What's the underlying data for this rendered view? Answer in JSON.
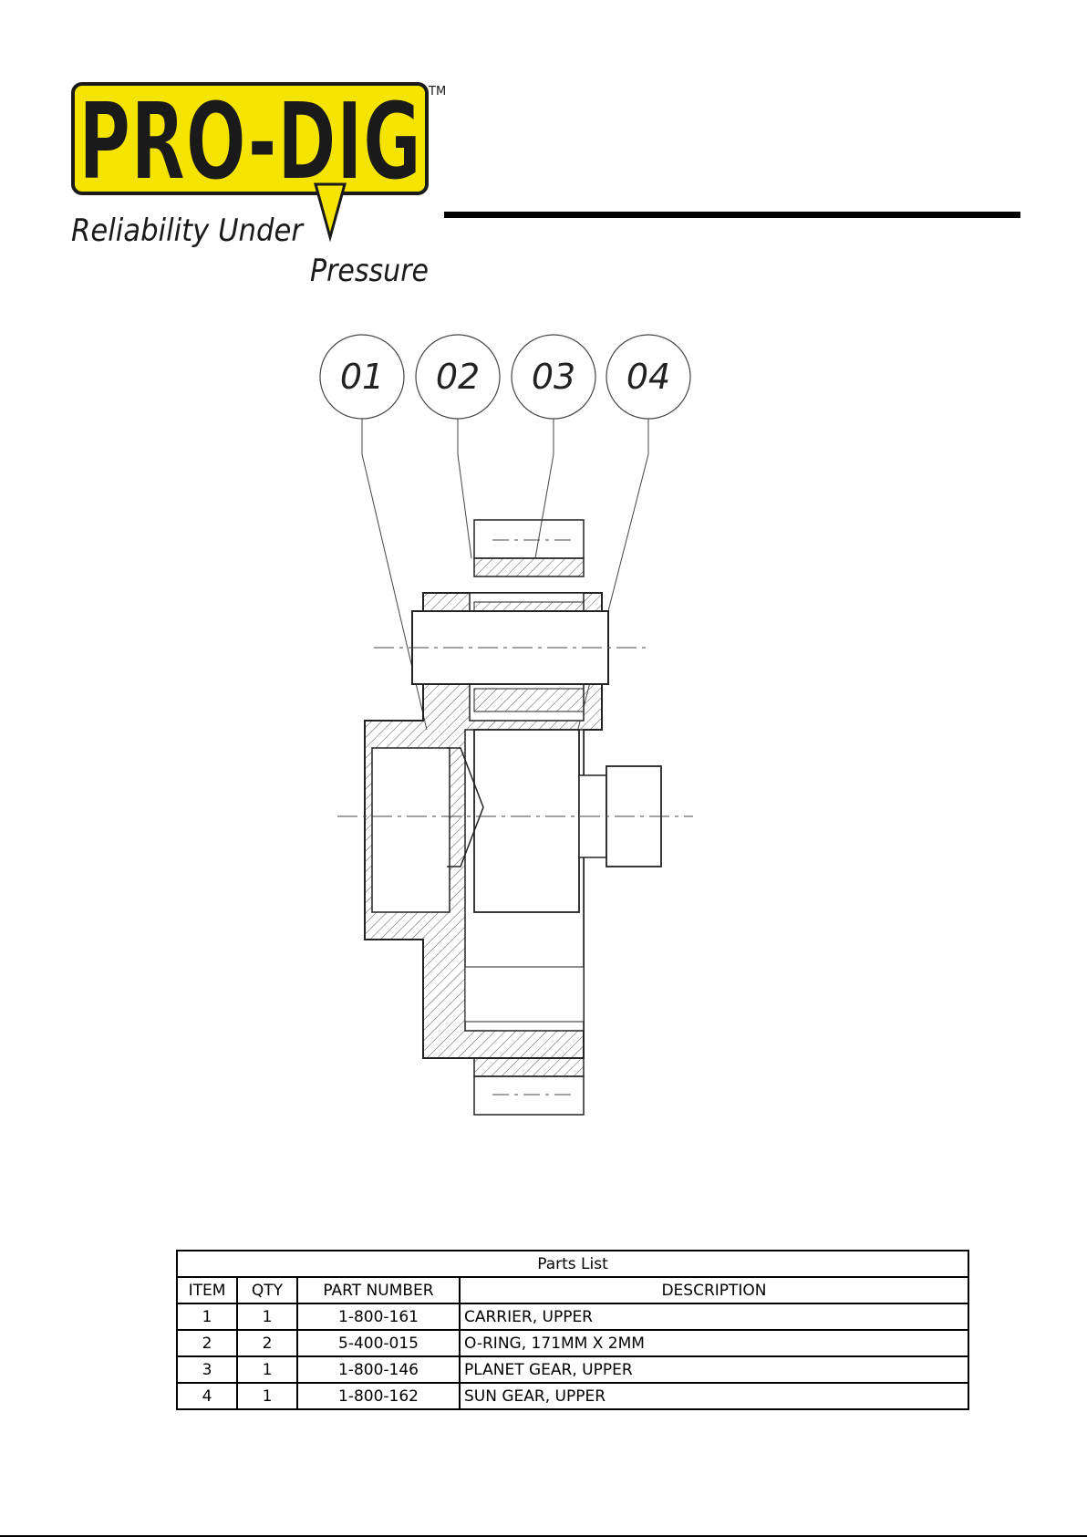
{
  "logo": {
    "brand": "PRO-DIG",
    "trademark": "TM",
    "tagline_line1": "Reliability Under",
    "tagline_line2": "Pressure"
  },
  "drawing": {
    "balloons": [
      "01",
      "02",
      "03",
      "04"
    ]
  },
  "parts_list": {
    "title": "Parts List",
    "headers": [
      "ITEM",
      "QTY",
      "PART NUMBER",
      "DESCRIPTION"
    ],
    "rows": [
      {
        "item": "1",
        "qty": "1",
        "part_number": "1-800-161",
        "description": "CARRIER, UPPER"
      },
      {
        "item": "2",
        "qty": "2",
        "part_number": "5-400-015",
        "description": "O-RING, 171MM X 2MM"
      },
      {
        "item": "3",
        "qty": "1",
        "part_number": "1-800-146",
        "description": "PLANET GEAR, UPPER"
      },
      {
        "item": "4",
        "qty": "1",
        "part_number": "1-800-162",
        "description": "SUN GEAR, UPPER"
      }
    ]
  },
  "colors": {
    "logo_yellow": "#f5e400",
    "logo_black": "#1a1a1a",
    "hatch": "#555555"
  }
}
